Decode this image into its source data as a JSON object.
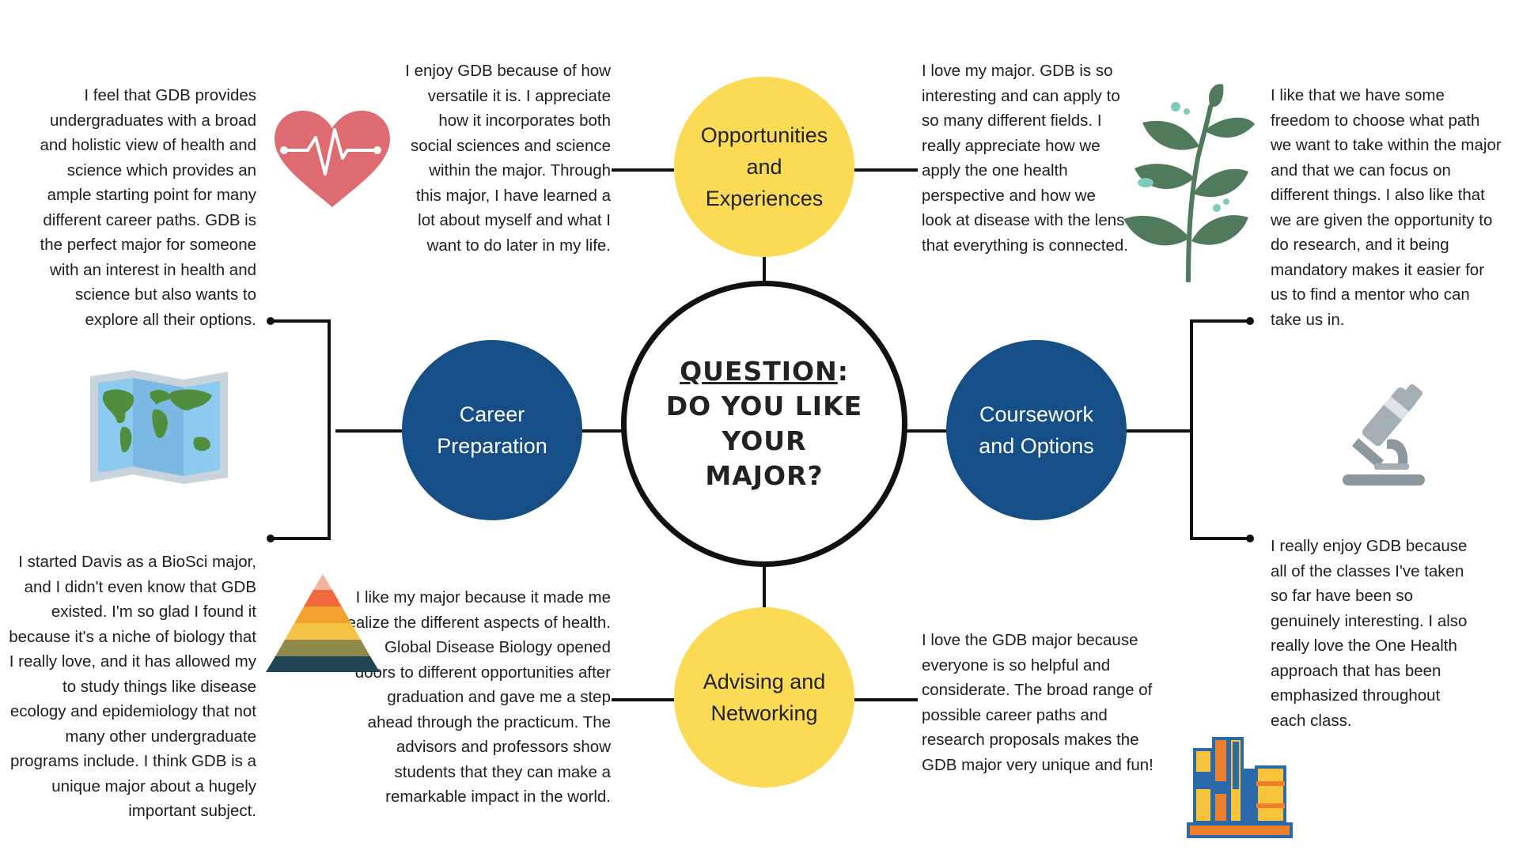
{
  "center": {
    "label": "QUESTION",
    "colon": ":",
    "line1": "DO YOU LIKE",
    "line2": "YOUR",
    "line3": "MAJOR?"
  },
  "topics": {
    "opportunities": {
      "line1": "Opportunities",
      "line2": "and",
      "line3": "Experiences"
    },
    "career": {
      "line1": "Career",
      "line2": "Preparation"
    },
    "coursework": {
      "line1": "Coursework",
      "line2": "and Options"
    },
    "advising": {
      "line1": "Advising and",
      "line2": "Networking"
    }
  },
  "quotes": {
    "q1": "I feel that GDB provides undergraduates with a broad and holistic view of health and science which provides an ample starting point for many different career paths. GDB is the perfect major for someone with an interest in health and science but also wants to explore all their options.",
    "q2": "I enjoy GDB because of how versatile it is. I appreciate how it incorporates both social sciences and science within the major. Through this major, I have learned a lot about myself and what I want to do later in my life.",
    "q3": "I love my major. GDB is so interesting and can apply to so many different fields. I really appreciate how we apply the one health perspective and how we look at disease with the lens that everything is connected.",
    "q4": "I like that we have some freedom to choose what path we want to take within the major and that we can focus on different things. I also like that we are given the opportunity to do research, and it being mandatory makes it easier for us to find a mentor who can take us in.",
    "q5": "I started Davis as a BioSci major, and I didn't even know that GDB existed. I'm so glad I found it because it's a niche of biology that I really love, and it has allowed my to study things like disease ecology and epidemiology that not many other undergraduate programs include. I think GDB is a unique major about a hugely important subject.",
    "q6": "I like my major because it made me realize the different aspects of health. Global Disease Biology opened doors to different opportunities after graduation and gave me a step ahead through the practicum. The advisors and professors show students that they can make a remarkable impact in the world.",
    "q7": "I love the GDB major because everyone is so helpful and considerate. The broad range of possible career paths and research proposals makes the GDB major very unique and fun!",
    "q8": "I really enjoy GDB because all of the classes I've taken so far have been so genuinely interesting. I also really love the One Health approach that has been emphasized throughout each class."
  },
  "icons": [
    "heart-icon",
    "plant-icon",
    "world-map-icon",
    "microscope-icon",
    "pyramid-icon",
    "books-icon"
  ],
  "colors": {
    "yellow": "#fbdb56",
    "blue": "#164f87",
    "line": "#111111",
    "heart": "#de6b71",
    "plant": "#4f7a5c"
  }
}
